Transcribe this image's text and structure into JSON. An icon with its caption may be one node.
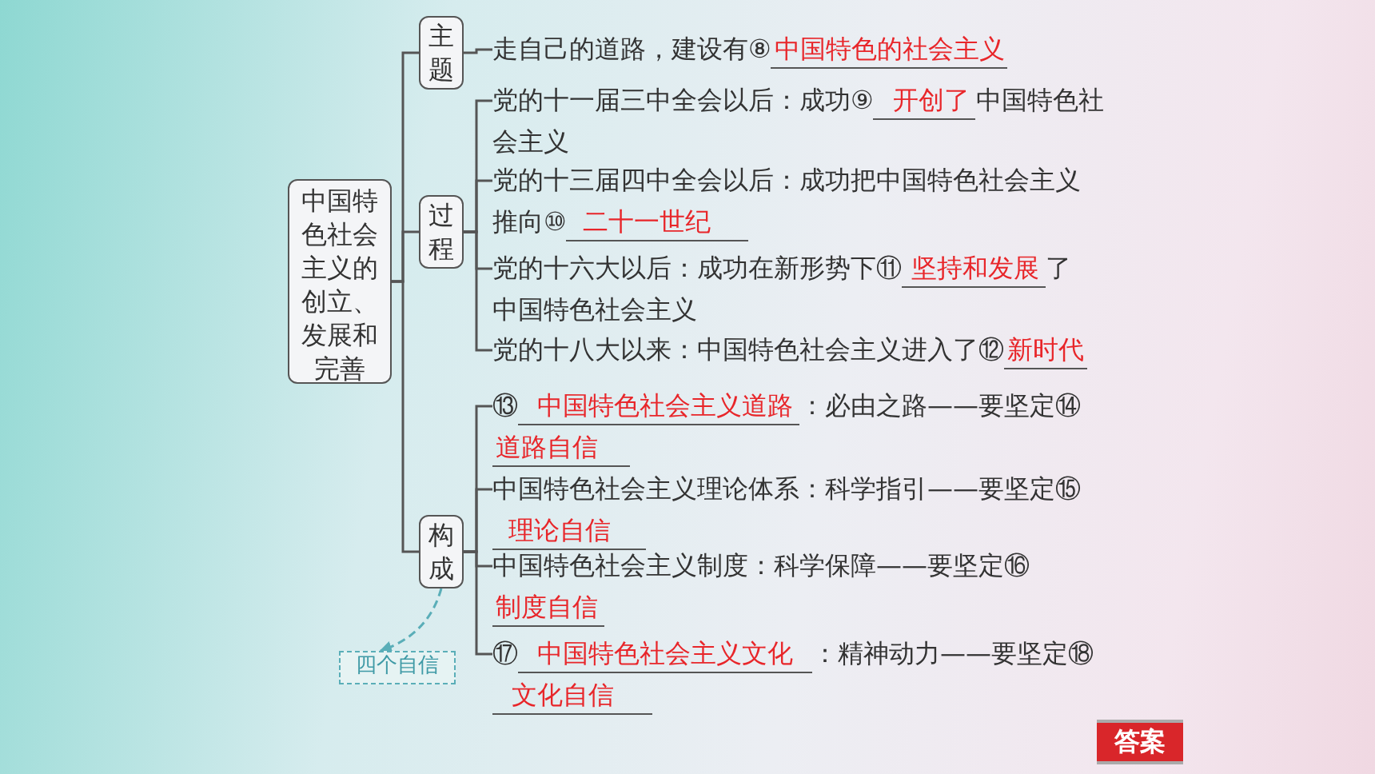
{
  "diagram": {
    "nodes": [
      {
        "text": [
          "中国特色社会主义的创立、发展和完善"
        ]
      },
      {
        "text": [
          "主题"
        ]
      },
      {
        "text": [
          "过程"
        ]
      },
      {
        "text": [
          "构成"
        ]
      },
      {
        "text": [
          "四个自信"
        ]
      },
      {
        "text": [
          "走自己的道路，建设有⑧",
          "中国特色的社会主义"
        ]
      },
      {
        "text": [
          "党的十一届三中全会以后：成功⑨",
          "开创了",
          "中国特色社会主义"
        ]
      },
      {
        "text": [
          "党的十三届四中全会以后：成功把中国特色社会主义推向⑩",
          "二十一世纪"
        ]
      },
      {
        "text": [
          "党的十六大以后：成功在新形势下⑪",
          "坚持和发展",
          "了中国特色社会主义"
        ]
      },
      {
        "text": [
          "党的十八大以来：中国特色社会主义进入了⑫",
          "新时代"
        ]
      },
      {
        "text": [
          "⑬",
          "中国特色社会主义道路",
          "：必由之路——要坚定⑭",
          "道路自信"
        ]
      },
      {
        "text": [
          "中国特色社会主义理论体系：科学指引——要坚定⑮",
          "理论自信"
        ]
      },
      {
        "text": [
          "中国特色社会主义制度：科学保障——要坚定⑯",
          "制度自信"
        ]
      },
      {
        "text": [
          "⑰",
          "中国特色社会主义文化",
          "：精神动力——要坚定⑱",
          "文化自信"
        ]
      }
    ],
    "edges": [
      {
        "from": 0,
        "to": 1,
        "arrow": "none"
      },
      {
        "from": 0,
        "to": 2,
        "arrow": "none"
      },
      {
        "from": 0,
        "to": 3,
        "arrow": "none"
      },
      {
        "from": 1,
        "to": 5,
        "arrow": "none"
      },
      {
        "from": 2,
        "to": 6,
        "arrow": "none"
      },
      {
        "from": 2,
        "to": 7,
        "arrow": "none"
      },
      {
        "from": 2,
        "to": 8,
        "arrow": "none"
      },
      {
        "from": 2,
        "to": 9,
        "arrow": "none"
      },
      {
        "from": 3,
        "to": 10,
        "arrow": "none"
      },
      {
        "from": 3,
        "to": 11,
        "arrow": "none"
      },
      {
        "from": 3,
        "to": 12,
        "arrow": "none"
      },
      {
        "from": 3,
        "to": 13,
        "arrow": "none"
      },
      {
        "from": 3,
        "to": 4,
        "arrow": "to",
        "style": "dashed",
        "color": "#5aaeb8"
      }
    ],
    "labels": [
      "答案"
    ]
  }
}
